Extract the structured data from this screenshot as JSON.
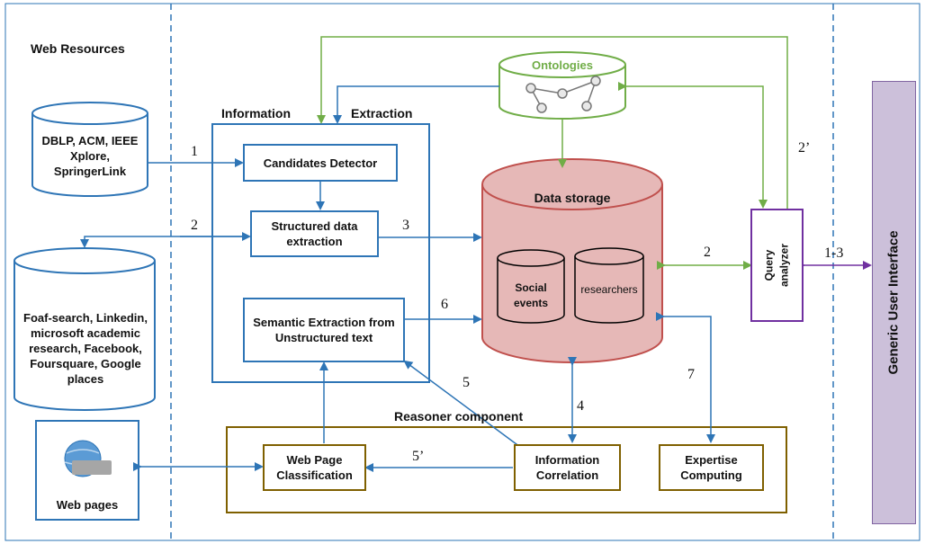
{
  "sections": {
    "web_resources": "Web Resources",
    "information": "Information",
    "extraction": "Extraction",
    "reasoner": "Reasoner component"
  },
  "sources": {
    "db1": "DBLP, ACM, IEEE Xplore, SpringerLink",
    "db2": "Foaf-search, Linkedin, microsoft academic research, Facebook, Foursquare, Google places",
    "web": "Web pages",
    "www_logo": "www"
  },
  "extraction_boxes": {
    "candidates": "Candidates Detector",
    "structured": "Structured data extraction",
    "semantic": "Semantic Extraction from Unstructured text"
  },
  "storage": {
    "title": "Data storage",
    "social": "Social events",
    "researchers": "researchers"
  },
  "ontologies": "Ontologies",
  "query": "Query analyzer",
  "ui": "Generic User Interface",
  "reasoner_boxes": {
    "classification": "Web Page Classification",
    "correlation": "Information Correlation",
    "expertise": "Expertise Computing"
  },
  "edge_labels": {
    "e1": "1",
    "e2": "2",
    "e3": "3",
    "e6": "6",
    "e5": "5",
    "e5p": "5’",
    "e4": "4",
    "e7": "7",
    "eq2": "2",
    "e2p": "2’",
    "e13": "1-3"
  },
  "colors": {
    "blue": "#2e75b6",
    "green": "#70ad47",
    "purple": "#7030a0",
    "brown": "#7f6000",
    "storage_fill": "#e6b8b7",
    "storage_stroke": "#c0504d",
    "ui_fill": "#ccc0da"
  }
}
